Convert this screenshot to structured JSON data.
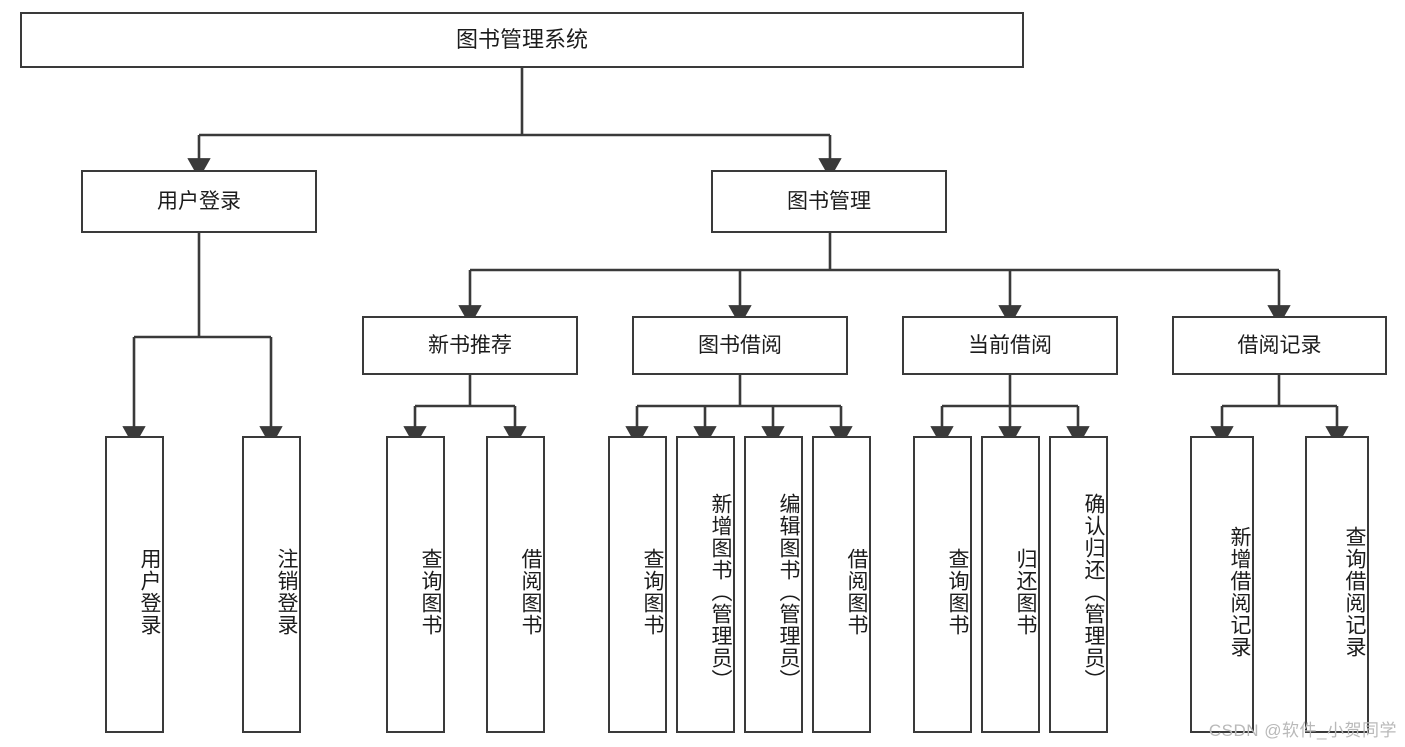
{
  "diagram": {
    "title": "图书管理系统",
    "type": "hierarchy-tree",
    "root": {
      "label": "图书管理系统"
    },
    "level2": [
      {
        "label": "用户登录"
      },
      {
        "label": "图书管理"
      }
    ],
    "level3": [
      {
        "label": "新书推荐"
      },
      {
        "label": "图书借阅"
      },
      {
        "label": "当前借阅"
      },
      {
        "label": "借阅记录"
      }
    ],
    "leaves": {
      "user_login": [
        {
          "label": "用户登录"
        },
        {
          "label": "注销登录"
        }
      ],
      "new_book_recommend": [
        {
          "label": "查询图书"
        },
        {
          "label": "借阅图书"
        }
      ],
      "book_borrow": [
        {
          "label": "查询图书"
        },
        {
          "label": "新增图书（管理员）"
        },
        {
          "label": "编辑图书（管理员）"
        },
        {
          "label": "借阅图书"
        }
      ],
      "current_borrow": [
        {
          "label": "查询图书"
        },
        {
          "label": "归还图书"
        },
        {
          "label": "确认归还（管理员）"
        }
      ],
      "borrow_record": [
        {
          "label": "新增借阅记录"
        },
        {
          "label": "查询借阅记录"
        }
      ]
    }
  },
  "watermark": {
    "text": "CSDN @软件_小贺同学"
  },
  "colors": {
    "stroke": "#3a3a3a",
    "background": "#ffffff",
    "text": "#1c1c1c",
    "watermark": "#b9b9b9"
  }
}
